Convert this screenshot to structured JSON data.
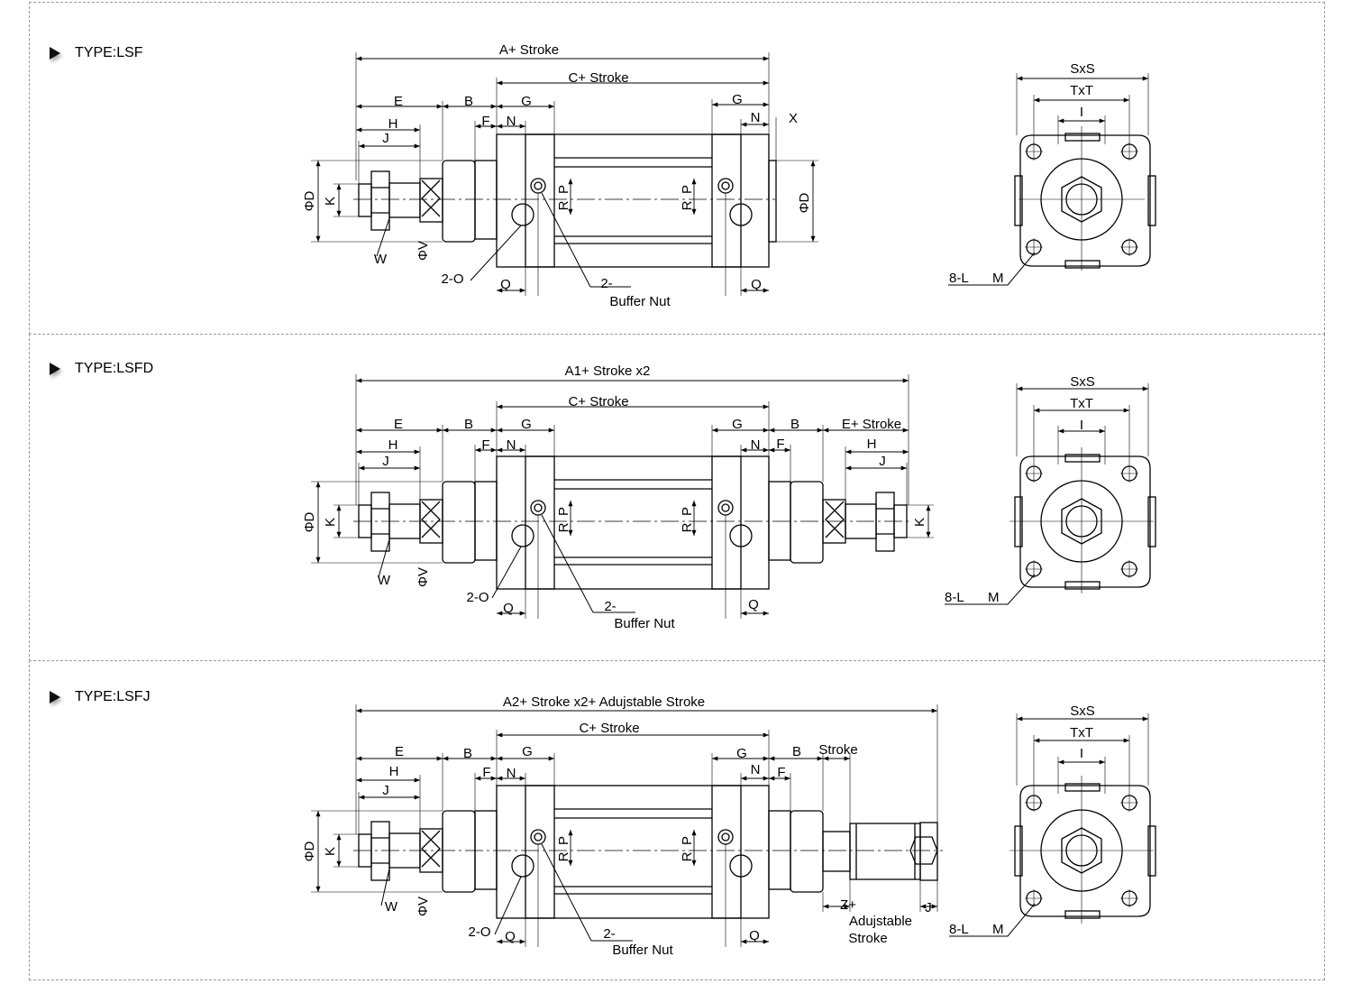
{
  "sections": [
    {
      "type_label": "TYPE:LSF",
      "dims": {
        "total": "A+ Stroke",
        "body": "C+ Stroke",
        "E": "E",
        "B": "B",
        "G_left": "G",
        "G_right": "G",
        "F": "F",
        "N_left": "N",
        "N_right": "N",
        "X": "X",
        "H": "H",
        "J": "J",
        "D_left": "ΦD",
        "K": "K",
        "D_right": "ΦD",
        "R_left": "R",
        "P_left": "P",
        "R_right": "R",
        "P_right": "P",
        "W": "W",
        "V": "ΦV",
        "O": "2-O",
        "Q_left": "Q",
        "Q_right": "Q",
        "buffer_1": "2-",
        "buffer_2": "Buffer Nut"
      },
      "end_view": {
        "S": "SxS",
        "T": "TxT",
        "I": "I",
        "L": "8-L",
        "M": "M"
      }
    },
    {
      "type_label": "TYPE:LSFD",
      "dims": {
        "total": "A1+ Stroke x2",
        "body": "C+ Stroke",
        "E": "E",
        "B": "B",
        "G_left": "G",
        "G_right": "G",
        "B_right": "B",
        "E_right": "E+ Stroke",
        "F": "F",
        "N_left": "N",
        "N_right": "N",
        "F_right": "F",
        "H": "H",
        "H_right": "H",
        "J": "J",
        "J_right": "J",
        "D_left": "ΦD",
        "K": "K",
        "K_right": "K",
        "R_left": "R",
        "P_left": "P",
        "R_right": "R",
        "P_right": "P",
        "W": "W",
        "V": "ΦV",
        "O": "2-O",
        "Q_left": "Q",
        "Q_right": "Q",
        "buffer_1": "2-",
        "buffer_2": "Buffer Nut"
      },
      "end_view": {
        "S": "SxS",
        "T": "TxT",
        "I": "I",
        "L": "8-L",
        "M": "M"
      }
    },
    {
      "type_label": "TYPE:LSFJ",
      "dims": {
        "total": "A2+ Stroke x2+ Adujstable Stroke",
        "body": "C+ Stroke",
        "E": "E",
        "B": "B",
        "G_left": "G",
        "G_right": "G",
        "B_right": "B",
        "stroke": "Stroke",
        "F": "F",
        "N_left": "N",
        "N_right": "N",
        "F_right": "F",
        "H": "H",
        "J": "J",
        "J_right": "J",
        "D_left": "ΦD",
        "K": "K",
        "R_left": "R",
        "P_left": "P",
        "R_right": "R",
        "P_right": "P",
        "W": "W",
        "V": "ΦV",
        "O": "2-O",
        "Q_left": "Q",
        "Q_right": "Q",
        "buffer_1": "2-",
        "buffer_2": "Buffer Nut",
        "Z_1": "Z+",
        "Z_2": "Adujstable",
        "Z_3": "Stroke"
      },
      "end_view": {
        "S": "SxS",
        "T": "TxT",
        "I": "I",
        "L": "8-L",
        "M": "M"
      }
    }
  ]
}
